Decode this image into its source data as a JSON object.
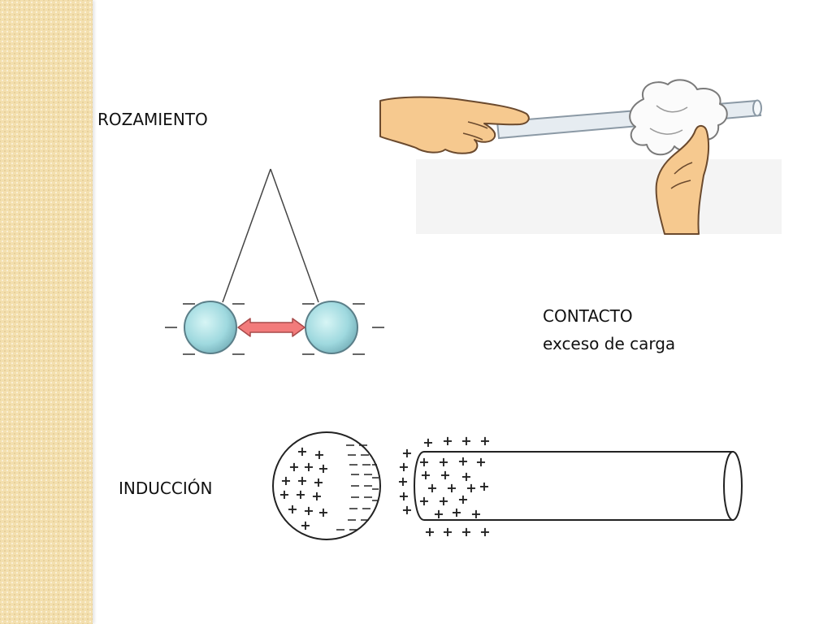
{
  "slide": {
    "labels": {
      "rozamiento": "ROZAMIENTO",
      "contacto": "CONTACTO",
      "contacto_sub": "exceso de carga",
      "induccion": "INDUCCIÓN"
    },
    "icons": {
      "friction": "hand-rubbing-rod-with-cloth",
      "contact": "charged-spheres-repelling",
      "induction": "charged-rod-near-sphere"
    },
    "colors": {
      "side_band": "#f3dfae",
      "skin": "#f6c98f",
      "sphere": "#9fd9df",
      "arrow": "#f27b7b"
    }
  }
}
